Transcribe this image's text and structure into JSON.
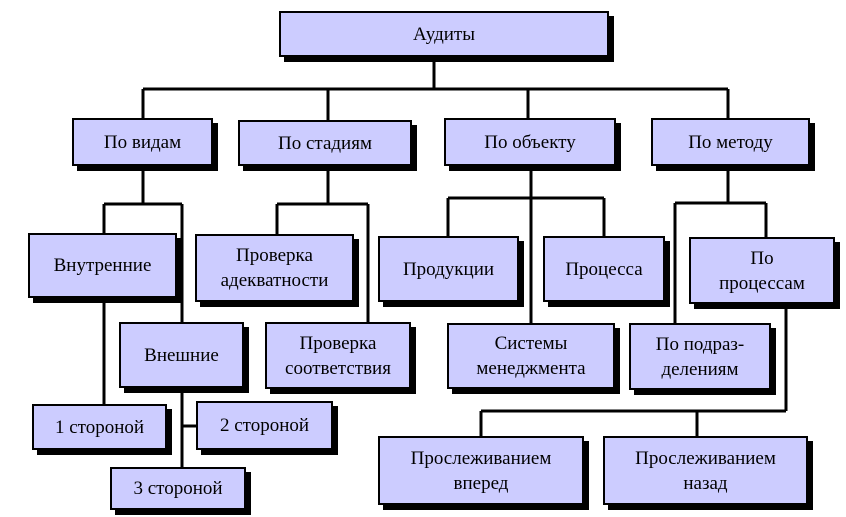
{
  "diagram": {
    "root": "Аудиты",
    "categories": {
      "by_type": "По видам",
      "by_stage": "По стадиям",
      "by_object": "По объекту",
      "by_method": "По методу"
    },
    "by_type": {
      "internal": "Внутренние",
      "external": "Внешние",
      "party1": "1 стороной",
      "party2": "2 стороной",
      "party3": "3 стороной"
    },
    "by_stage": {
      "adequacy": "Проверка\nадекватности",
      "compliance": "Проверка\nсоответствия"
    },
    "by_object": {
      "products": "Продукции",
      "process": "Процесса",
      "management_systems": "Системы\nменеджмента"
    },
    "by_method": {
      "by_processes": "По\nпроцессам",
      "by_departments": "По подраз-\nделениям",
      "trace_forward": "Прослеживанием\nвперед",
      "trace_backward": "Прослеживанием\nназад"
    }
  }
}
